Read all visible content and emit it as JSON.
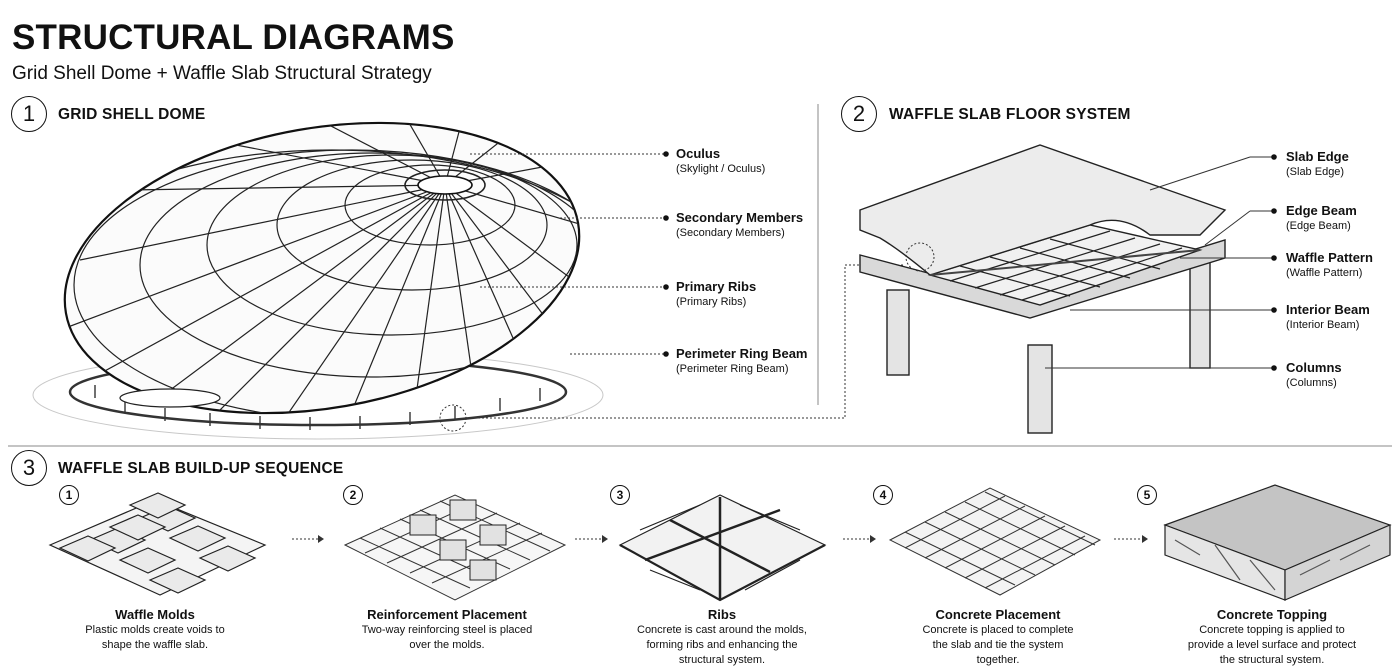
{
  "header": {
    "title": "STRUCTURAL DIAGRAMS",
    "subtitle": "Grid Shell Dome + Waffle Slab Structural Strategy"
  },
  "sections": [
    {
      "number": "1",
      "title": "GRID SHELL DOME"
    },
    {
      "number": "2",
      "title": "WAFFLE SLAB FLOOR SYSTEM"
    },
    {
      "number": "3",
      "title": "WAFFLE SLAB BUILD-UP SEQUENCE"
    }
  ],
  "dome_callouts": [
    {
      "label": "Oculus",
      "sub": "(Skylight / Oculus)"
    },
    {
      "label": "Secondary Members",
      "sub": "(Secondary Members)"
    },
    {
      "label": "Primary Ribs",
      "sub": "(Primary Ribs)"
    },
    {
      "label": "Perimeter Ring Beam",
      "sub": "(Perimeter Ring Beam)"
    }
  ],
  "slab_callouts": [
    {
      "label": "Slab Edge",
      "sub": "(Slab Edge)"
    },
    {
      "label": "Edge Beam",
      "sub": "(Edge Beam)"
    },
    {
      "label": "Waffle Pattern",
      "sub": "(Waffle Pattern)"
    },
    {
      "label": "Interior Beam",
      "sub": "(Interior Beam)"
    },
    {
      "label": "Columns",
      "sub": "(Columns)"
    }
  ],
  "steps": [
    {
      "number": "1",
      "title": "Waffle Molds",
      "desc1": "Plastic molds create voids to",
      "desc2": "shape the waffle slab.",
      "desc3": ""
    },
    {
      "number": "2",
      "title": "Reinforcement Placement",
      "desc1": "Two-way reinforcing steel is placed",
      "desc2": "over the molds.",
      "desc3": ""
    },
    {
      "number": "3",
      "title": "Ribs",
      "desc1": "Concrete is cast around the molds,",
      "desc2": "forming ribs and enhancing the",
      "desc3": "structural system."
    },
    {
      "number": "4",
      "title": "Concrete Placement",
      "desc1": "Concrete is placed to complete",
      "desc2": "the slab and tie the system",
      "desc3": "together."
    },
    {
      "number": "5",
      "title": "Concrete Topping",
      "desc1": "Concrete topping is applied to",
      "desc2": "provide a level surface and protect",
      "desc3": "the structural system."
    }
  ],
  "colors": {
    "ink": "#111111",
    "slab": "#e6e6e6",
    "topping": "#bdbdbd",
    "line": "#9a9a9a"
  }
}
